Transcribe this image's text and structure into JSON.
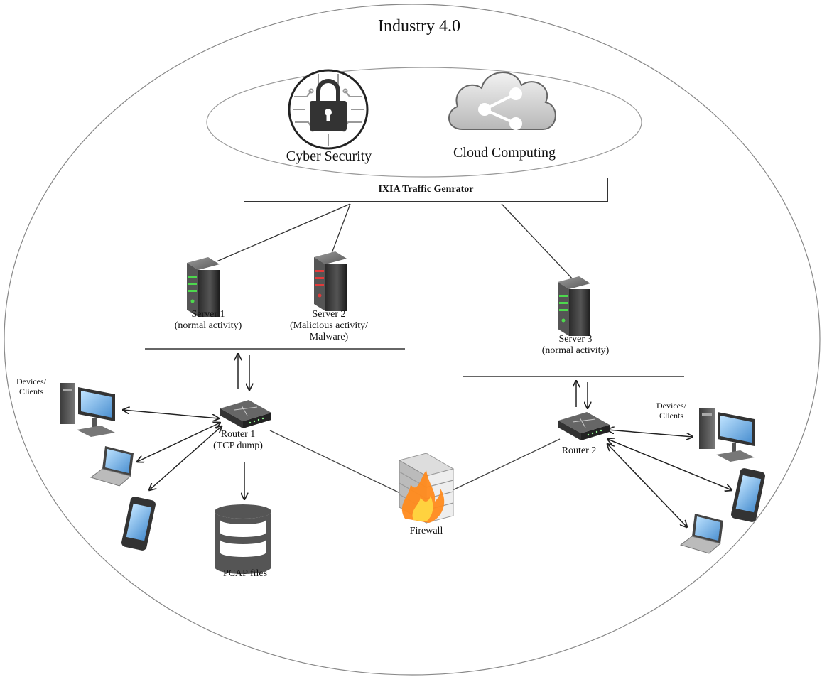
{
  "title": "Industry 4.0",
  "top_cluster": {
    "cyber_security": "Cyber Security",
    "cloud_computing": "Cloud Computing"
  },
  "traffic_generator": "IXIA Traffic Genrator",
  "servers": [
    {
      "line1": "Server 1",
      "line2": "(normal activity)",
      "status": "green"
    },
    {
      "line1": "Server 2",
      "line2": "(Malicious activity/",
      "line3": "Malware)",
      "status": "red"
    },
    {
      "line1": "Server 3",
      "line2": "(normal activity)",
      "status": "green"
    }
  ],
  "router1": {
    "line1": "Router 1",
    "line2": "(TCP dump)"
  },
  "router2": {
    "line1": "Router 2"
  },
  "firewall": "Firewall",
  "pcap": "PCAP files",
  "clients_left": {
    "line1": "Devices/",
    "line2": "Clients"
  },
  "clients_right": {
    "line1": "Devices/",
    "line2": "Clients"
  },
  "colors": {
    "server_ok": "#4dd84d",
    "server_bad": "#e23a3a",
    "firewall": "#ff8a1c"
  }
}
